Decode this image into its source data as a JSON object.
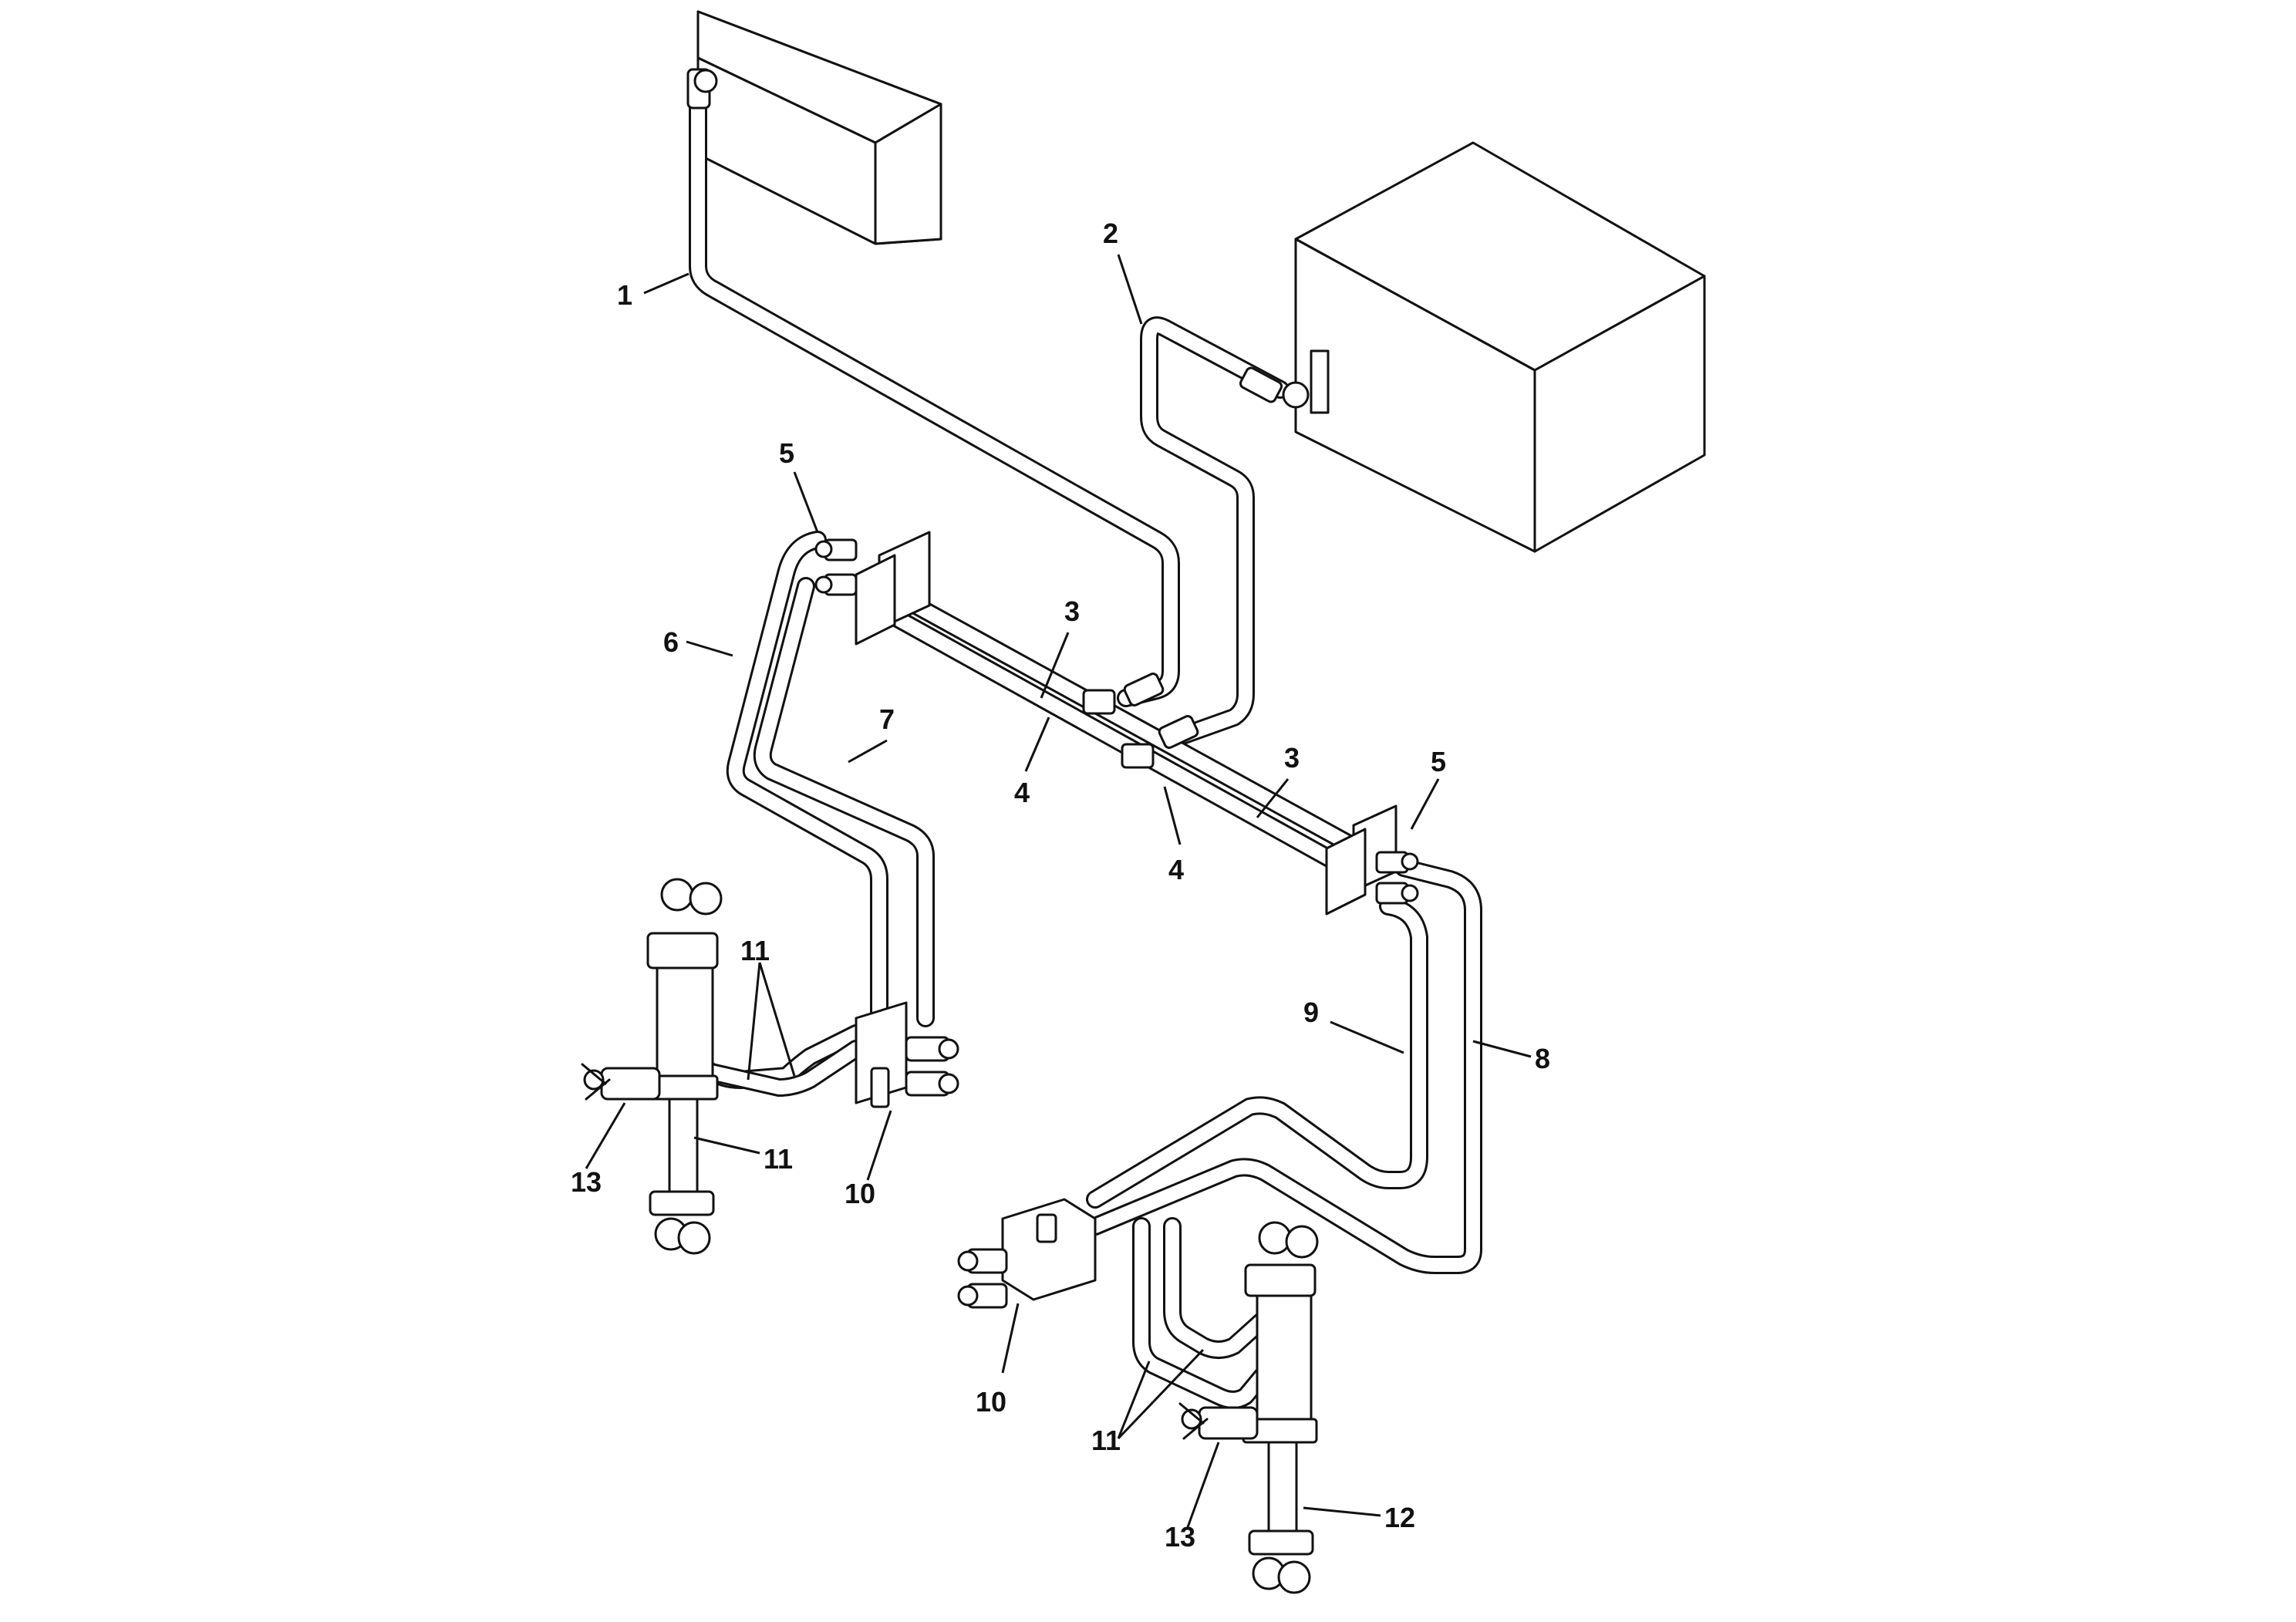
{
  "callouts": [
    {
      "id": "c1",
      "label": "1"
    },
    {
      "id": "c2",
      "label": "2"
    },
    {
      "id": "c3a",
      "label": "3"
    },
    {
      "id": "c3b",
      "label": "3"
    },
    {
      "id": "c4a",
      "label": "4"
    },
    {
      "id": "c4b",
      "label": "4"
    },
    {
      "id": "c5a",
      "label": "5"
    },
    {
      "id": "c5b",
      "label": "5"
    },
    {
      "id": "c6",
      "label": "6"
    },
    {
      "id": "c7",
      "label": "7"
    },
    {
      "id": "c8",
      "label": "8"
    },
    {
      "id": "c9",
      "label": "9"
    },
    {
      "id": "c10a",
      "label": "10"
    },
    {
      "id": "c10b",
      "label": "10"
    },
    {
      "id": "c11a",
      "label": "11"
    },
    {
      "id": "c11b",
      "label": "11"
    },
    {
      "id": "c11c",
      "label": "11"
    },
    {
      "id": "c12",
      "label": "12"
    },
    {
      "id": "c13a",
      "label": "13"
    },
    {
      "id": "c13b",
      "label": "13"
    }
  ]
}
